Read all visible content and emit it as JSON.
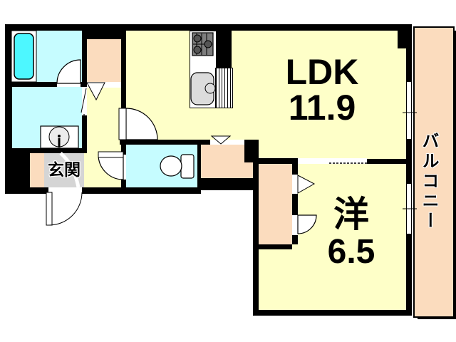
{
  "plan": {
    "type": "apartment-floor-plan",
    "rooms": {
      "ldk": {
        "label": "LDK",
        "size": "11.9"
      },
      "western_room": {
        "label": "洋",
        "size": "6.5"
      },
      "entrance": {
        "label": "玄関"
      },
      "balcony": {
        "label": "バルコニー"
      }
    },
    "fixtures": [
      "bathtub",
      "wash-basin",
      "toilet",
      "kitchen-stove",
      "kitchen-sink"
    ],
    "colors": {
      "room_floor": "#FEFFC8",
      "water_area": "#C6FCFF",
      "bathtub": "#4DF7FF",
      "closet": "#FBDCBE",
      "entrance_tile": "#D5D5D5",
      "wall": "#000000",
      "background": "#FFFFFF"
    }
  }
}
